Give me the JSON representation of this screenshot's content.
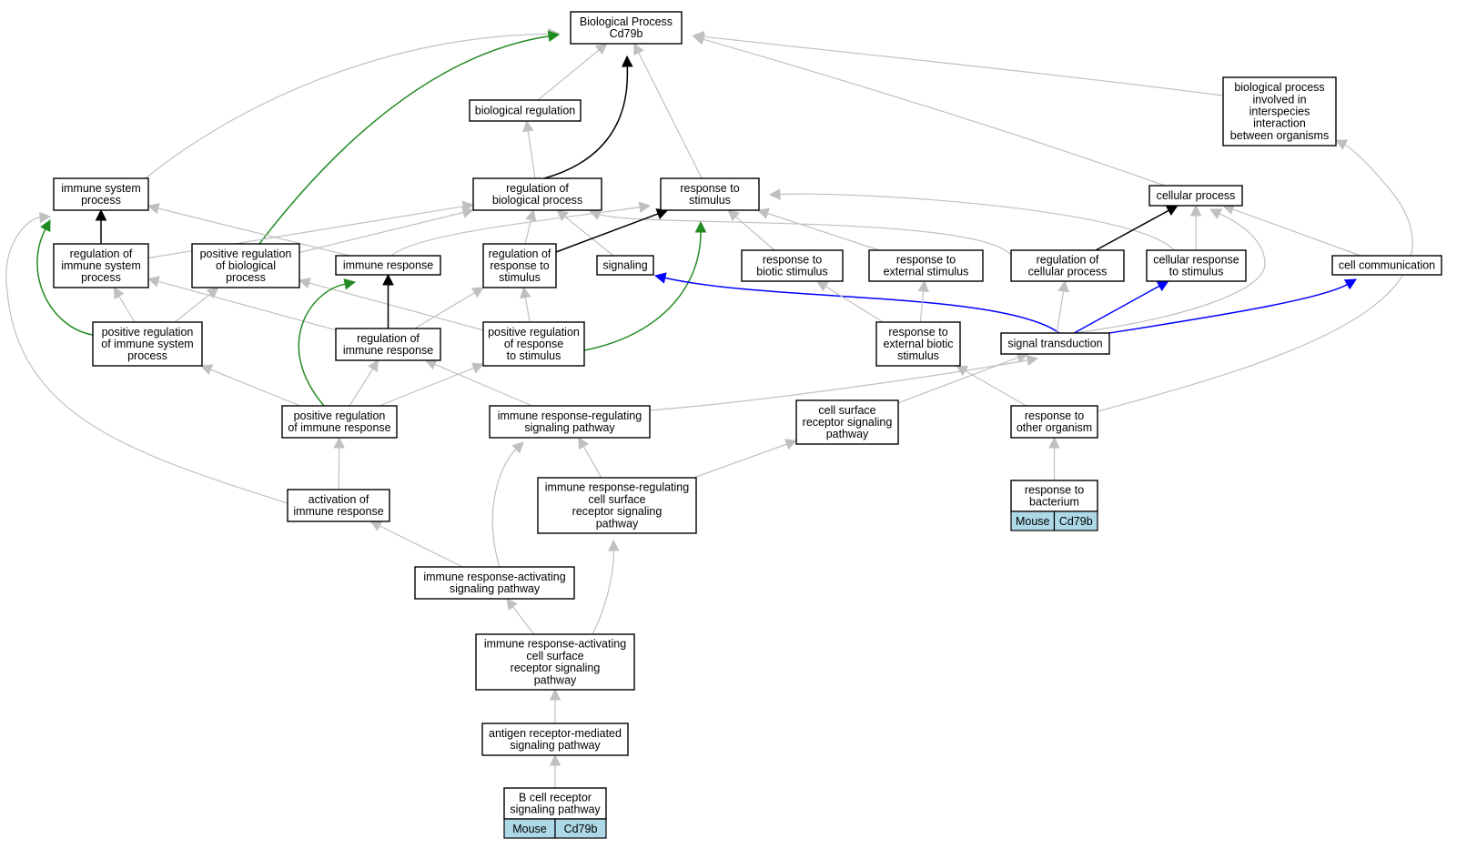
{
  "colors": {
    "gray": "#c0c0c0",
    "black": "#000000",
    "green": "#228b22",
    "blue": "#0000ff",
    "tag_fill": "#add8e6"
  },
  "nodes": {
    "root": {
      "lines": [
        "Biological Process",
        "Cd79b"
      ]
    },
    "bioreg": {
      "lines": [
        "biological regulation"
      ]
    },
    "interspecies": {
      "lines": [
        "biological process",
        "involved in",
        "interspecies",
        "interaction",
        "between organisms"
      ]
    },
    "imsys": {
      "lines": [
        "immune system",
        "process"
      ]
    },
    "regbio": {
      "lines": [
        "regulation of",
        "biological process"
      ]
    },
    "respstim": {
      "lines": [
        "response to",
        "stimulus"
      ]
    },
    "cellproc": {
      "lines": [
        "cellular process"
      ]
    },
    "regimsys": {
      "lines": [
        "regulation of",
        "immune system",
        "process"
      ]
    },
    "posregbio": {
      "lines": [
        "positive regulation",
        "of biological",
        "process"
      ]
    },
    "immresp": {
      "lines": [
        "immune response"
      ]
    },
    "regrespstim": {
      "lines": [
        "regulation of",
        "response to",
        "stimulus"
      ]
    },
    "signaling": {
      "lines": [
        "signaling"
      ]
    },
    "respbiotic": {
      "lines": [
        "response to",
        "biotic stimulus"
      ]
    },
    "respext": {
      "lines": [
        "response to",
        "external stimulus"
      ]
    },
    "regcell": {
      "lines": [
        "regulation of",
        "cellular process"
      ]
    },
    "cellresp": {
      "lines": [
        "cellular response",
        "to stimulus"
      ]
    },
    "cellcomm": {
      "lines": [
        "cell communication"
      ]
    },
    "posregimsys": {
      "lines": [
        "positive regulation",
        "of immune system",
        "process"
      ]
    },
    "regimmresp": {
      "lines": [
        "regulation of",
        "immune response"
      ]
    },
    "posregrespstim": {
      "lines": [
        "positive regulation",
        "of response",
        "to stimulus"
      ]
    },
    "respextbio": {
      "lines": [
        "response to",
        "external biotic",
        "stimulus"
      ]
    },
    "sigtrans": {
      "lines": [
        "signal transduction"
      ]
    },
    "posregimmresp": {
      "lines": [
        "positive regulation",
        "of immune response"
      ]
    },
    "irrsp": {
      "lines": [
        "immune response-regulating",
        "signaling pathway"
      ]
    },
    "cellsurf": {
      "lines": [
        "cell surface",
        "receptor signaling",
        "pathway"
      ]
    },
    "respother": {
      "lines": [
        "response to",
        "other organism"
      ]
    },
    "actimm": {
      "lines": [
        "activation of",
        "immune response"
      ]
    },
    "irrcs": {
      "lines": [
        "immune response-regulating",
        "cell surface",
        "receptor signaling",
        "pathway"
      ]
    },
    "respbact": {
      "lines": [
        "response to",
        "bacterium"
      ],
      "tags": [
        "Mouse",
        "Cd79b"
      ]
    },
    "irasp": {
      "lines": [
        "immune response-activating",
        "signaling pathway"
      ]
    },
    "iracs": {
      "lines": [
        "immune response-activating",
        "cell surface",
        "receptor signaling",
        "pathway"
      ]
    },
    "antigen": {
      "lines": [
        "antigen receptor-mediated",
        "signaling pathway"
      ]
    },
    "bcell": {
      "lines": [
        "B cell receptor",
        "signaling pathway"
      ],
      "tags": [
        "Mouse",
        "Cd79b"
      ]
    }
  },
  "edges": [
    {
      "from": "bioreg",
      "to": "root",
      "color": "gray"
    },
    {
      "from": "imsys",
      "to": "root",
      "color": "gray"
    },
    {
      "from": "posregbio",
      "to": "root",
      "color": "green"
    },
    {
      "from": "regbio",
      "to": "root",
      "color": "black"
    },
    {
      "from": "respstim",
      "to": "root",
      "color": "gray"
    },
    {
      "from": "cellproc",
      "to": "root",
      "color": "gray"
    },
    {
      "from": "interspecies",
      "to": "root",
      "color": "gray"
    },
    {
      "from": "regbio",
      "to": "bioreg",
      "color": "gray"
    },
    {
      "from": "regimsys",
      "to": "imsys",
      "color": "black"
    },
    {
      "from": "immresp",
      "to": "imsys",
      "color": "gray"
    },
    {
      "from": "posregimsys",
      "to": "imsys",
      "color": "green"
    },
    {
      "from": "actimm",
      "to": "imsys",
      "color": "gray"
    },
    {
      "from": "regimsys",
      "to": "regbio",
      "color": "gray"
    },
    {
      "from": "posregbio",
      "to": "regbio",
      "color": "gray"
    },
    {
      "from": "regrespstim",
      "to": "regbio",
      "color": "gray"
    },
    {
      "from": "signaling",
      "to": "regbio",
      "color": "gray"
    },
    {
      "from": "regcell",
      "to": "regbio",
      "color": "gray"
    },
    {
      "from": "immresp",
      "to": "respstim",
      "color": "gray"
    },
    {
      "from": "regrespstim",
      "to": "respstim",
      "color": "black"
    },
    {
      "from": "posregrespstim",
      "to": "respstim",
      "color": "green"
    },
    {
      "from": "respbiotic",
      "to": "respstim",
      "color": "gray"
    },
    {
      "from": "respext",
      "to": "respstim",
      "color": "gray"
    },
    {
      "from": "cellresp",
      "to": "respstim",
      "color": "gray"
    },
    {
      "from": "regcell",
      "to": "cellproc",
      "color": "black"
    },
    {
      "from": "cellresp",
      "to": "cellproc",
      "color": "gray"
    },
    {
      "from": "cellcomm",
      "to": "cellproc",
      "color": "gray"
    },
    {
      "from": "sigtrans",
      "to": "cellproc",
      "color": "gray"
    },
    {
      "from": "posregimsys",
      "to": "regimsys",
      "color": "gray"
    },
    {
      "from": "posregimsys",
      "to": "posregbio",
      "color": "gray"
    },
    {
      "from": "posregrespstim",
      "to": "posregbio",
      "color": "gray"
    },
    {
      "from": "regimmresp",
      "to": "regimsys",
      "color": "gray"
    },
    {
      "from": "regimmresp",
      "to": "immresp",
      "color": "black"
    },
    {
      "from": "posregimmresp",
      "to": "immresp",
      "color": "green"
    },
    {
      "from": "regimmresp",
      "to": "regrespstim",
      "color": "gray"
    },
    {
      "from": "posregrespstim",
      "to": "regrespstim",
      "color": "gray"
    },
    {
      "from": "sigtrans",
      "to": "signaling",
      "color": "blue"
    },
    {
      "from": "respextbio",
      "to": "respbiotic",
      "color": "gray"
    },
    {
      "from": "respextbio",
      "to": "respext",
      "color": "gray"
    },
    {
      "from": "sigtrans",
      "to": "regcell",
      "color": "gray"
    },
    {
      "from": "sigtrans",
      "to": "cellresp",
      "color": "blue"
    },
    {
      "from": "sigtrans",
      "to": "cellcomm",
      "color": "blue"
    },
    {
      "from": "posregimmresp",
      "to": "posregimsys",
      "color": "gray"
    },
    {
      "from": "posregimmresp",
      "to": "regimmresp",
      "color": "gray"
    },
    {
      "from": "posregimmresp",
      "to": "posregrespstim",
      "color": "gray"
    },
    {
      "from": "irrsp",
      "to": "regimmresp",
      "color": "gray"
    },
    {
      "from": "irrsp",
      "to": "sigtrans",
      "color": "gray"
    },
    {
      "from": "cellsurf",
      "to": "sigtrans",
      "color": "gray"
    },
    {
      "from": "respother",
      "to": "respextbio",
      "color": "gray"
    },
    {
      "from": "respother",
      "to": "interspecies",
      "color": "gray"
    },
    {
      "from": "actimm",
      "to": "posregimmresp",
      "color": "gray"
    },
    {
      "from": "irrcs",
      "to": "irrsp",
      "color": "gray"
    },
    {
      "from": "irrcs",
      "to": "cellsurf",
      "color": "gray"
    },
    {
      "from": "respbact",
      "to": "respother",
      "color": "gray"
    },
    {
      "from": "irasp",
      "to": "actimm",
      "color": "gray"
    },
    {
      "from": "irasp",
      "to": "irrsp",
      "color": "gray"
    },
    {
      "from": "iracs",
      "to": "irasp",
      "color": "gray"
    },
    {
      "from": "iracs",
      "to": "irrcs",
      "color": "gray"
    },
    {
      "from": "antigen",
      "to": "iracs",
      "color": "gray"
    },
    {
      "from": "bcell",
      "to": "antigen",
      "color": "gray"
    }
  ]
}
